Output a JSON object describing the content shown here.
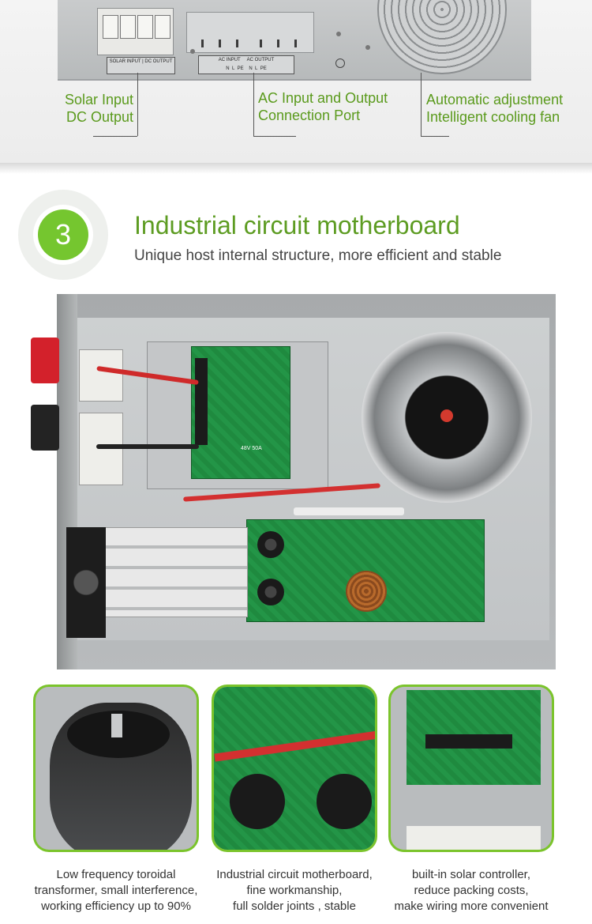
{
  "top_panel": {
    "solar_port_labels": [
      "SOLAR INPUT",
      "DC OUTPUT"
    ],
    "ac_port_labels": [
      "AC INPUT",
      "AC OUTPUT"
    ],
    "ac_pin_labels": [
      "N",
      "L",
      "PE",
      "N",
      "L",
      "PE"
    ],
    "callouts": [
      {
        "line1": "Solar Input",
        "line2": "DC Output"
      },
      {
        "line1": "AC Input and Output",
        "line2": "Connection Port"
      },
      {
        "line1": "Automatic adjustment",
        "line2": "Intelligent cooling fan"
      }
    ]
  },
  "section": {
    "number": "3",
    "title": "Industrial circuit motherboard",
    "subtitle": "Unique host internal structure, more efficient and stable"
  },
  "board_label": "48V 50A",
  "details": [
    {
      "lines": [
        "Low frequency toroidal",
        "transformer, small interference,",
        "working efficiency up to 90%"
      ]
    },
    {
      "lines": [
        "Industrial circuit motherboard,",
        "fine workmanship,",
        "full solder joints , stable"
      ]
    },
    {
      "lines": [
        "built-in solar controller,",
        "reduce packing costs,",
        "make wiring more convenient"
      ]
    }
  ],
  "colors": {
    "accent_green": "#75c62f",
    "title_green": "#5d9c22",
    "callout_green": "#5a9a1c"
  }
}
